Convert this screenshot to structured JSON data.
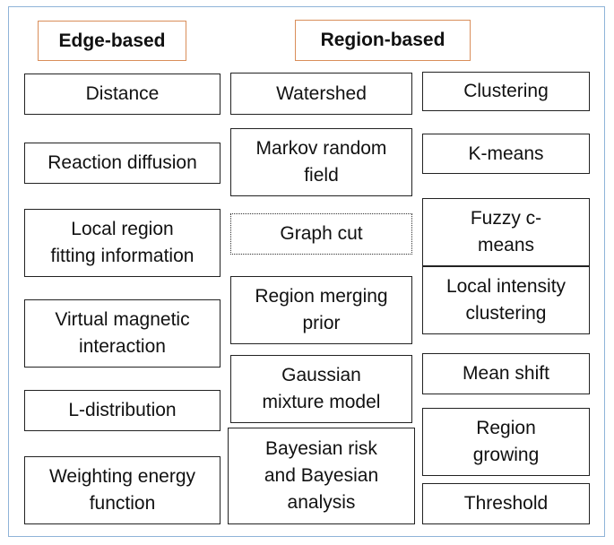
{
  "headers": {
    "edge": "Edge-based",
    "region": "Region-based"
  },
  "edge_methods": [
    "Distance",
    "Reaction diffusion",
    "Local region\nfitting information",
    "Virtual magnetic\ninteraction",
    "L-distribution",
    "Weighting energy\nfunction"
  ],
  "region_methods_col1": [
    "Watershed",
    "Markov random\nfield",
    "Graph cut",
    "Region merging\nprior",
    "Gaussian\nmixture model",
    "Bayesian risk\nand Bayesian\nanalysis"
  ],
  "region_methods_col2": [
    "Clustering",
    "K-means",
    "Fuzzy c-\nmeans",
    "Local intensity\nclustering",
    "Mean shift",
    "Region\ngrowing",
    "Threshold"
  ],
  "colors": {
    "frame_border": "#8fb4d8",
    "header_border": "#d98e5a",
    "box_border": "#222222"
  }
}
